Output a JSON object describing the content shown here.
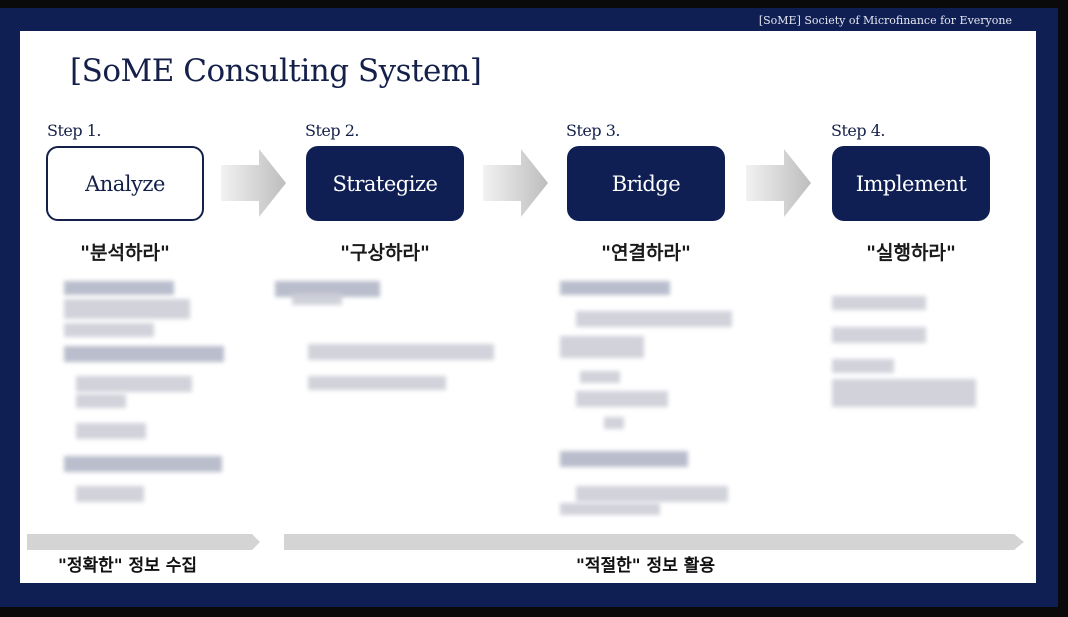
{
  "header": {
    "org_text": "[SoME] Society of Microfinance for Everyone"
  },
  "slide": {
    "title": "[SoME Consulting System]"
  },
  "steps": [
    {
      "label": "Step 1.",
      "name": "Analyze",
      "subtitle": "\"분석하라\""
    },
    {
      "label": "Step 2.",
      "name": "Strategize",
      "subtitle": "\"구상하라\""
    },
    {
      "label": "Step 3.",
      "name": "Bridge",
      "subtitle": "\"연결하라\""
    },
    {
      "label": "Step 4.",
      "name": "Implement",
      "subtitle": "\"실행하라\""
    }
  ],
  "phases": [
    {
      "caption": "\"정확한\" 정보 수집"
    },
    {
      "caption": "\"적절한\" 정보 활용"
    }
  ],
  "colors": {
    "navy": "#0f1f54",
    "arrow_gray": "#c8c8c8",
    "bar_gray": "#d4d4d4"
  }
}
